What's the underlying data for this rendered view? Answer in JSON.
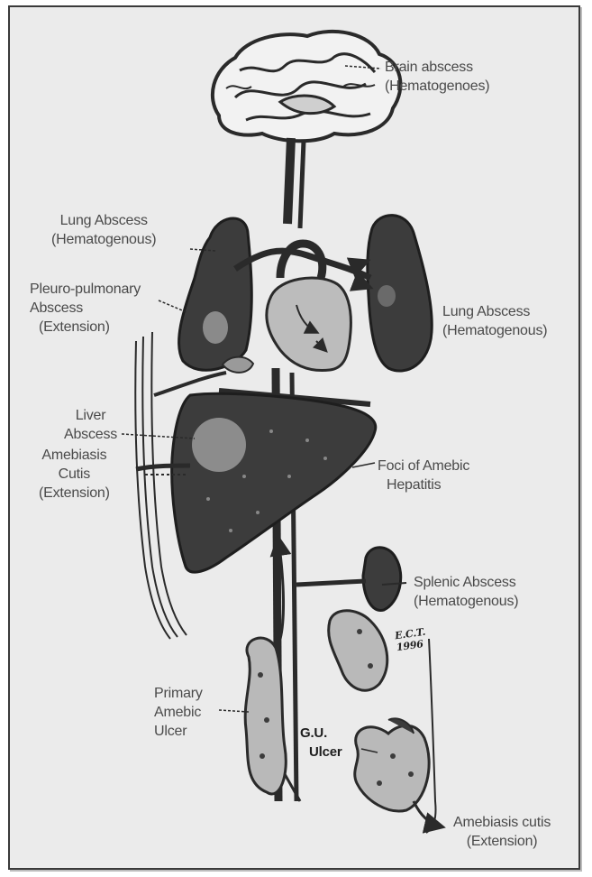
{
  "labels": {
    "brain_1": "Brain abscess",
    "brain_2": "(Hematogenoes)",
    "lung_left_1": "Lung Abscess",
    "lung_left_2": "(Hematogenous)",
    "pleuro_1": "Pleuro-pulmonary",
    "pleuro_2": "Abscess",
    "pleuro_3": "(Extension)",
    "lung_right_1": "Lung Abscess",
    "lung_right_2": "(Hematogenous)",
    "liver_1": "Liver",
    "liver_2": "Abscess",
    "cutis_1": "Amebiasis",
    "cutis_2": "Cutis",
    "cutis_3": "(Extension)",
    "foci_1": "Foci of Amebic",
    "foci_2": "Hepatitis",
    "splenic_1": "Splenic Abscess",
    "splenic_2": "(Hematogenous)",
    "primary_1": "Primary",
    "primary_2": "Amebic",
    "primary_3": "Ulcer",
    "gu_1": "G.U.",
    "gu_2": "Ulcer",
    "signature_1": "E.C.T.",
    "signature_2": "1996",
    "cutis_bottom_1": "Amebiasis cutis",
    "cutis_bottom_2": "(Extension)"
  },
  "colors": {
    "background": "#ebebeb",
    "organ_dark": "#3c3c3c",
    "organ_light": "#b9b9b9",
    "line": "#2a2a2a",
    "text": "#4a4a4a"
  }
}
